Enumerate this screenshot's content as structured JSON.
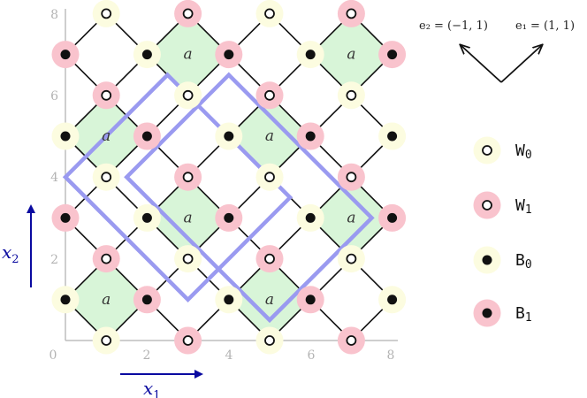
{
  "colors": {
    "face_fill": "#d8f5d8",
    "lattice_edge": "#111111",
    "fundamental_domain": "#9a9af0",
    "axis": "#bdbdbd",
    "arrow": "#0a0aa0",
    "white_halo": "#fcfce0",
    "red_halo": "#f9c3cd"
  },
  "axes": {
    "x_ticks": [
      "0",
      "2",
      "4",
      "6",
      "8"
    ],
    "y_ticks": [
      "2",
      "4",
      "6",
      "8"
    ],
    "x_var": "x",
    "x_sub": "1",
    "y_var": "x",
    "y_sub": "2"
  },
  "vectors": {
    "e2_label": "e₂ = (−1, 1)",
    "e1_label": "e₁ = (1, 1)"
  },
  "face_label": "a",
  "face_centers": [
    [
      1,
      1
    ],
    [
      5,
      1
    ],
    [
      3,
      3
    ],
    [
      7,
      3
    ],
    [
      1,
      5
    ],
    [
      5,
      5
    ],
    [
      3,
      7
    ],
    [
      7,
      7
    ]
  ],
  "fundamental_domains": [
    [
      [
        5,
        0.5
      ],
      [
        7.5,
        3
      ],
      [
        4,
        6.5
      ],
      [
        1.5,
        4
      ]
    ],
    [
      [
        3,
        1
      ],
      [
        5.5,
        3.5
      ],
      [
        2.5,
        6.5
      ],
      [
        0,
        4
      ]
    ]
  ],
  "vertices": [
    {
      "x": 1,
      "y": 0,
      "type": "W0"
    },
    {
      "x": 3,
      "y": 0,
      "type": "W1"
    },
    {
      "x": 5,
      "y": 0,
      "type": "W0"
    },
    {
      "x": 7,
      "y": 0,
      "type": "W1"
    },
    {
      "x": 0,
      "y": 1,
      "type": "B0"
    },
    {
      "x": 2,
      "y": 1,
      "type": "B1"
    },
    {
      "x": 4,
      "y": 1,
      "type": "B0"
    },
    {
      "x": 6,
      "y": 1,
      "type": "B1"
    },
    {
      "x": 8,
      "y": 1,
      "type": "B0"
    },
    {
      "x": 1,
      "y": 2,
      "type": "W1"
    },
    {
      "x": 3,
      "y": 2,
      "type": "W0"
    },
    {
      "x": 5,
      "y": 2,
      "type": "W1"
    },
    {
      "x": 7,
      "y": 2,
      "type": "W0"
    },
    {
      "x": 0,
      "y": 3,
      "type": "B1"
    },
    {
      "x": 2,
      "y": 3,
      "type": "B0"
    },
    {
      "x": 4,
      "y": 3,
      "type": "B1"
    },
    {
      "x": 6,
      "y": 3,
      "type": "B0"
    },
    {
      "x": 8,
      "y": 3,
      "type": "B1"
    },
    {
      "x": 1,
      "y": 4,
      "type": "W0"
    },
    {
      "x": 3,
      "y": 4,
      "type": "W1"
    },
    {
      "x": 5,
      "y": 4,
      "type": "W0"
    },
    {
      "x": 7,
      "y": 4,
      "type": "W1"
    },
    {
      "x": 0,
      "y": 5,
      "type": "B0"
    },
    {
      "x": 2,
      "y": 5,
      "type": "B1"
    },
    {
      "x": 4,
      "y": 5,
      "type": "B0"
    },
    {
      "x": 6,
      "y": 5,
      "type": "B1"
    },
    {
      "x": 8,
      "y": 5,
      "type": "B0"
    },
    {
      "x": 1,
      "y": 6,
      "type": "W1"
    },
    {
      "x": 3,
      "y": 6,
      "type": "W0"
    },
    {
      "x": 5,
      "y": 6,
      "type": "W1"
    },
    {
      "x": 7,
      "y": 6,
      "type": "W0"
    },
    {
      "x": 0,
      "y": 7,
      "type": "B1"
    },
    {
      "x": 2,
      "y": 7,
      "type": "B0"
    },
    {
      "x": 4,
      "y": 7,
      "type": "B1"
    },
    {
      "x": 6,
      "y": 7,
      "type": "B0"
    },
    {
      "x": 8,
      "y": 7,
      "type": "B1"
    },
    {
      "x": 1,
      "y": 8,
      "type": "W0"
    },
    {
      "x": 3,
      "y": 8,
      "type": "W1"
    },
    {
      "x": 5,
      "y": 8,
      "type": "W0"
    },
    {
      "x": 7,
      "y": 8,
      "type": "W1"
    }
  ],
  "legend": [
    {
      "type": "W0",
      "label": "W",
      "sub": "0"
    },
    {
      "type": "W1",
      "label": "W",
      "sub": "1"
    },
    {
      "type": "B0",
      "label": "B",
      "sub": "0"
    },
    {
      "type": "B1",
      "label": "B",
      "sub": "1"
    }
  ]
}
